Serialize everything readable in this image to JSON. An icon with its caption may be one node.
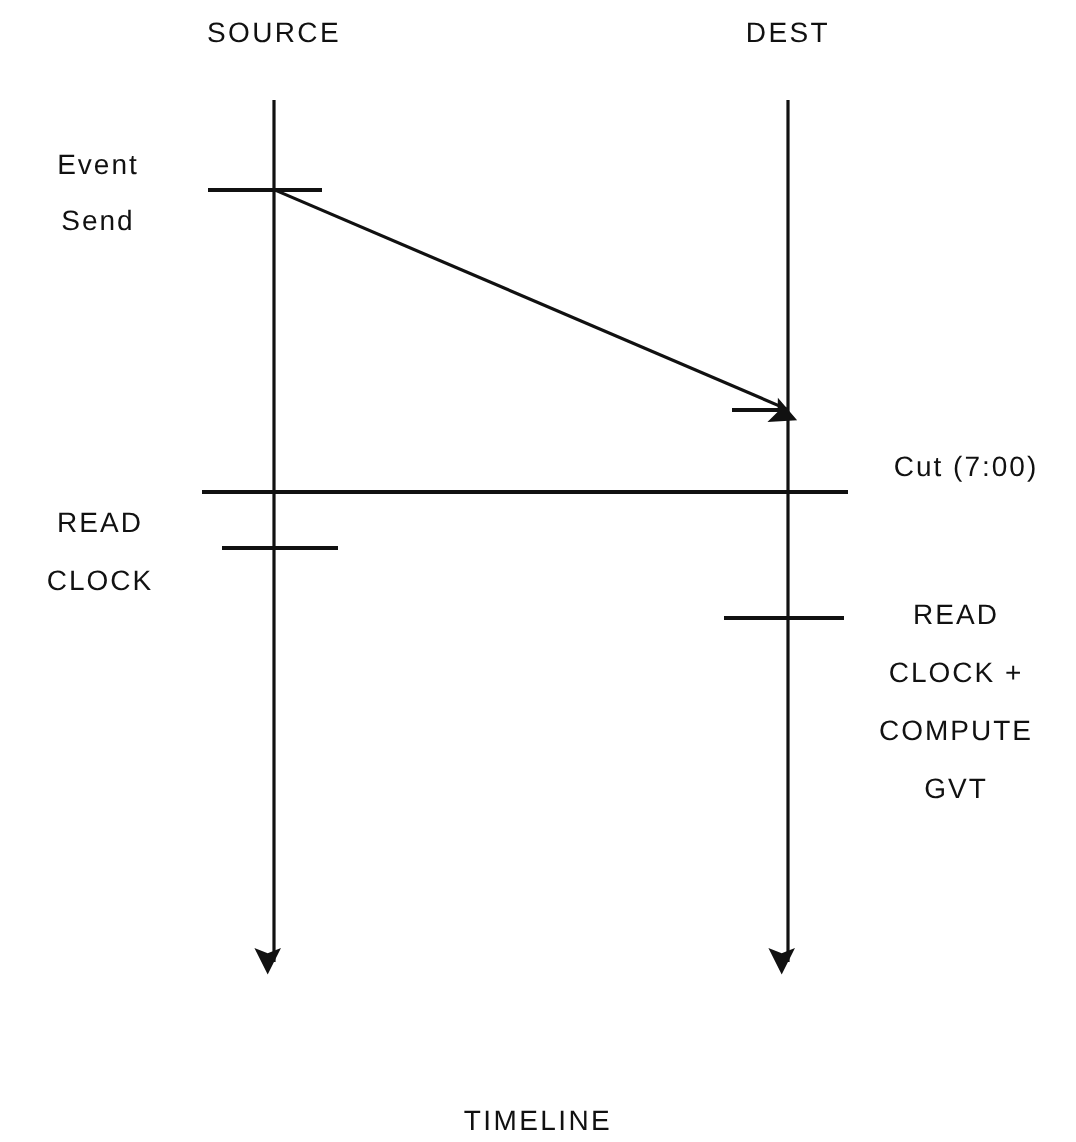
{
  "diagram": {
    "caption": "TIMELINE",
    "nodes": [
      {
        "text": [
          "SOURCE"
        ]
      },
      {
        "text": [
          "DEST"
        ]
      },
      {
        "text": [],
        "shape": "bar",
        "beside": [
          "Event Send"
        ]
      },
      {
        "text": [],
        "shape": "bar"
      },
      {
        "text": [],
        "shape": "bar",
        "beside": [
          "Cut (7:00)"
        ]
      },
      {
        "text": [],
        "shape": "bar",
        "beside": [
          "READ CLOCK"
        ]
      },
      {
        "text": [],
        "shape": "bar",
        "beside": [
          "READ CLOCK + COMPUTE GVT"
        ]
      }
    ],
    "edges": [
      {
        "from": 0,
        "to": null,
        "arrow": "to"
      },
      {
        "from": 1,
        "to": null,
        "arrow": "to"
      },
      {
        "from": 2,
        "to": 3,
        "arrow": "to"
      }
    ]
  }
}
